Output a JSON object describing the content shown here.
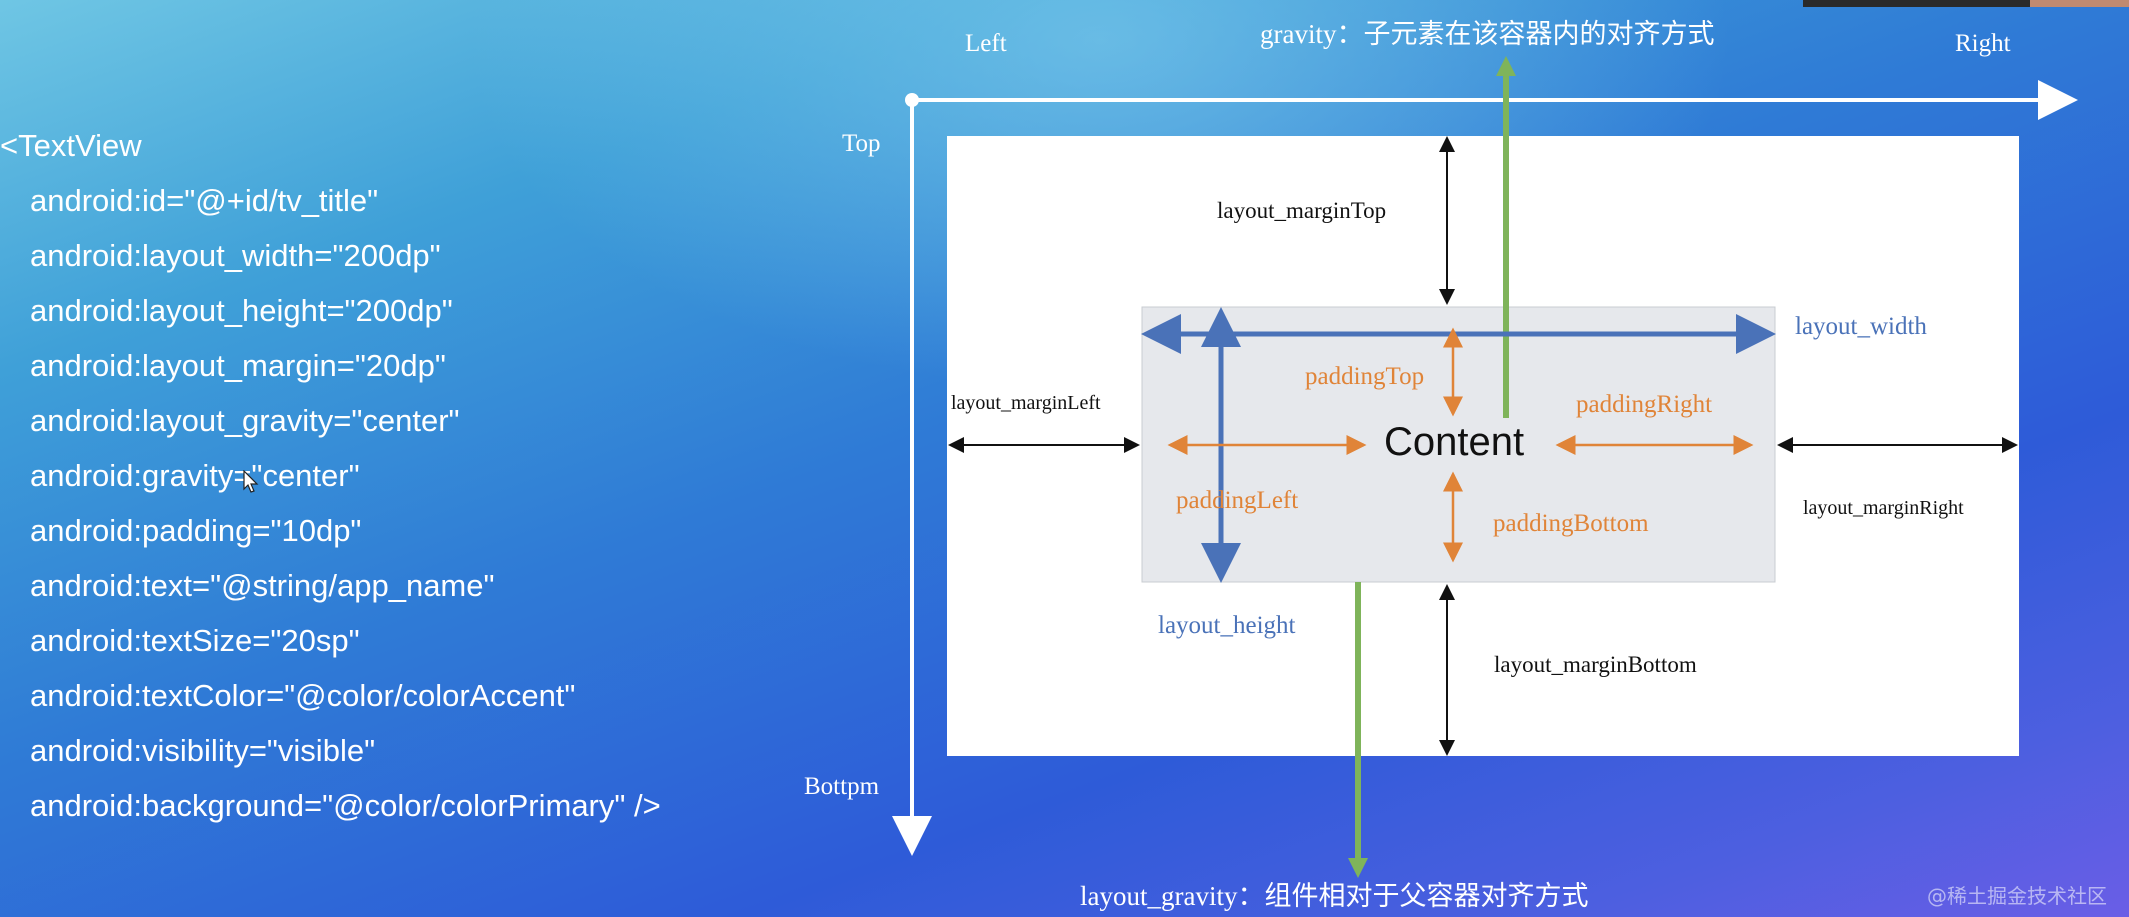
{
  "code": {
    "lines": [
      "<TextView",
      "android:id=\"@+id/tv_title\"",
      "android:layout_width=\"200dp\"",
      "android:layout_height=\"200dp\"",
      "android:layout_margin=\"20dp\"",
      "android:layout_gravity=\"center\"",
      "android:gravity=\"center\"",
      "android:padding=\"10dp\"",
      "android:text=\"@string/app_name\"",
      "android:textSize=\"20sp\"",
      "android:textColor=\"@color/colorAccent\"",
      "android:visibility=\"visible\"",
      "android:background=\"@color/colorPrimary\" />"
    ]
  },
  "axes": {
    "left": "Left",
    "right": "Right",
    "top": "Top",
    "bottom": "Bottpm"
  },
  "diagram": {
    "gravity_caption": "gravity：子元素在该容器内的对齐方式",
    "layout_gravity_caption": "layout_gravity：组件相对于父容器对齐方式",
    "content": "Content",
    "margin_top": "layout_marginTop",
    "margin_left": "layout_marginLeft",
    "margin_right": "layout_marginRight",
    "margin_bottom": "layout_marginBottom",
    "layout_width": "layout_width",
    "layout_height": "layout_height",
    "padding_top": "paddingTop",
    "padding_left": "paddingLeft",
    "padding_right": "paddingRight",
    "padding_bottom": "paddingBottom"
  },
  "watermark": "@稀土掘金技术社区",
  "colors": {
    "blue_arrow": "#4a72b8",
    "orange_arrow": "#e08438",
    "green_arrow": "#7fb45a",
    "inner_box": "#e6e8ec"
  }
}
